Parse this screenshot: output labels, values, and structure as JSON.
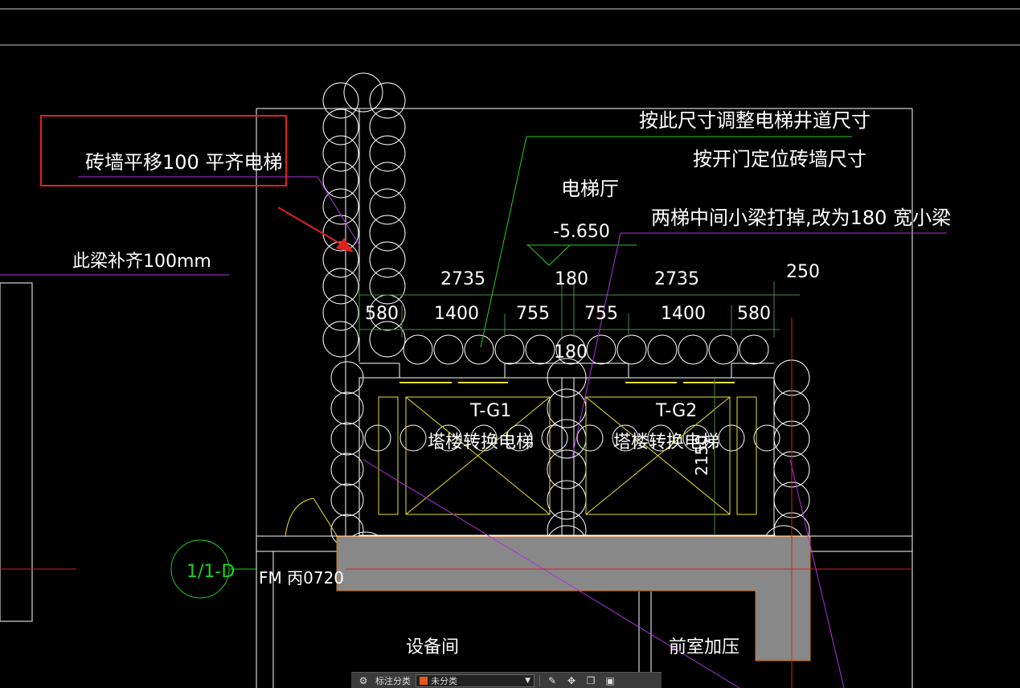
{
  "annotations": {
    "highlight_note": "砖墙平移100  平齐电梯",
    "beam_note": "此梁补齐100mm",
    "shaft_note": "按此尺寸调整电梯井道尺寸",
    "door_note": "按开门定位砖墙尺寸",
    "beam_change_note": "两梯中间小梁打掉,改为180  宽小梁"
  },
  "rooms": {
    "lobby": "电梯厅",
    "elevation": "-5.650",
    "equipment_room": "设备间",
    "pressurization": "前室加压"
  },
  "elevators": [
    {
      "code": "T-G1",
      "label": "塔楼转换电梯"
    },
    {
      "code": "T-G2",
      "label": "塔楼转换电梯"
    }
  ],
  "dimensions": {
    "top_row": [
      "2735",
      "180",
      "2735",
      "250"
    ],
    "bottom_row": [
      "580",
      "1400",
      "755",
      "755",
      "1400",
      "580"
    ],
    "center": "180",
    "depth": "2150"
  },
  "grid": {
    "axis_label": "1/1-D"
  },
  "door": {
    "tag": "FM 丙0720"
  },
  "toolbar": {
    "category_label": "标注分类",
    "category_value": "未分类"
  },
  "colors": {
    "highlight": "#e02020",
    "leader": "#b030e0",
    "green": "#20d020",
    "yellow": "#e8e030",
    "wall_fill": "#888888"
  }
}
